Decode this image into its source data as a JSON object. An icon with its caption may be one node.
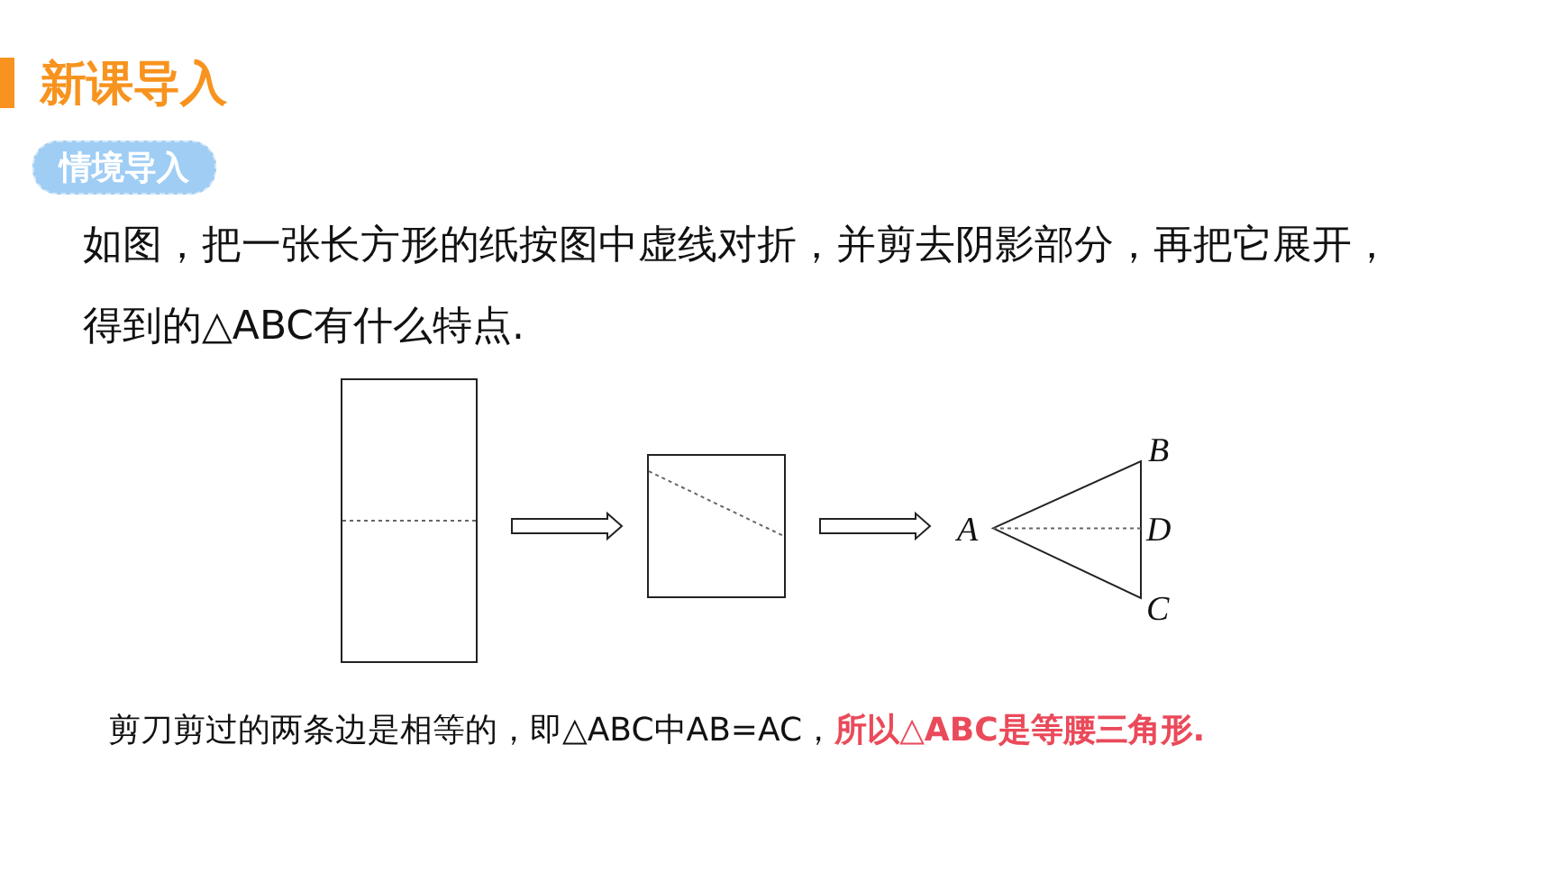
{
  "diagram": {
    "title": "新课导入",
    "nodes": [
      {
        "text": [],
        "shape": "box"
      },
      {
        "text": [],
        "shape": "box"
      },
      {
        "text": [],
        "shape": "triangle",
        "beside": [
          "B",
          "A",
          "D",
          "C"
        ]
      }
    ],
    "edges": [
      {
        "from": 0,
        "to": 1,
        "arrow": "to"
      },
      {
        "from": 1,
        "to": 2,
        "arrow": "to"
      }
    ],
    "labels": [
      "情境导入",
      "如图，把一张长方形的纸按图中虚线对折，并剪去阴影部分，再把它展开，得到的△ABC有什么特点.",
      "剪刀剪过的两条边是相等的，即△ABC中AB=AC，",
      "所以△ABC是等腰三角形."
    ]
  }
}
